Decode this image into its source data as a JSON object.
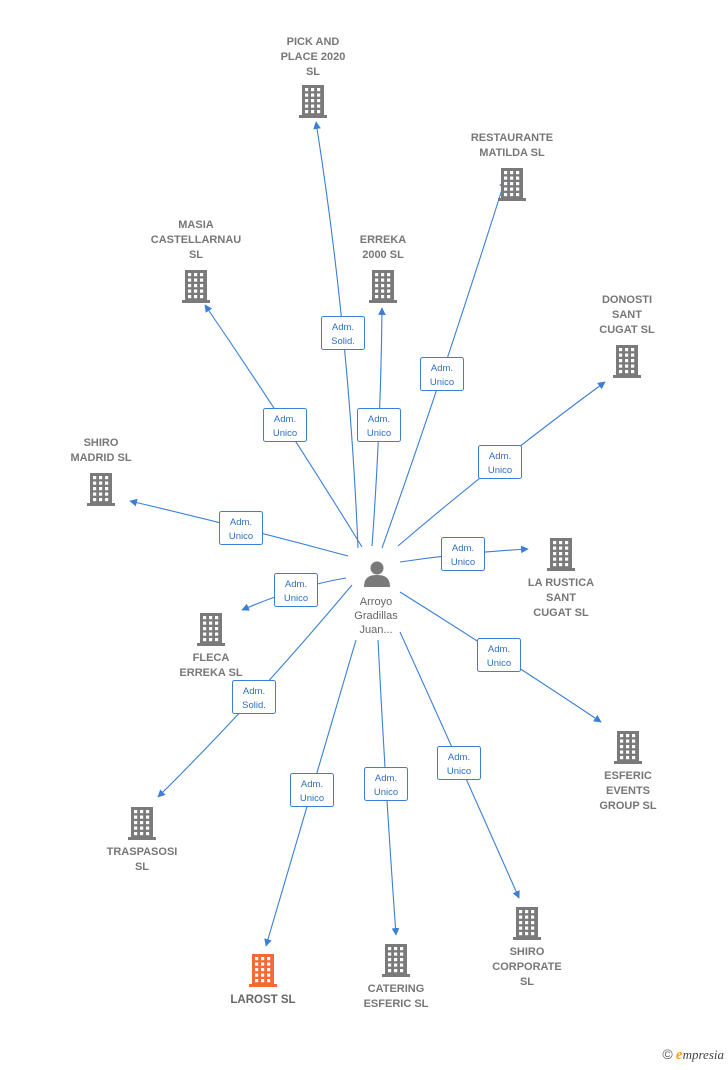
{
  "center": {
    "name_lines": [
      "Arroyo",
      "Gradillas",
      "Juan..."
    ]
  },
  "companies": [
    {
      "id": "pick",
      "label_lines": [
        "PICK AND",
        "PLACE 2020",
        "SL"
      ],
      "role_lines": [
        "Adm.",
        "Solid."
      ],
      "highlight": false
    },
    {
      "id": "restaurante",
      "label_lines": [
        "RESTAURANTE",
        "MATILDA  SL"
      ],
      "role_lines": [
        "Adm.",
        "Unico"
      ],
      "highlight": false
    },
    {
      "id": "masia",
      "label_lines": [
        "MASIA",
        "CASTELLARNAU",
        "SL"
      ],
      "role_lines": [
        "Adm.",
        "Unico"
      ],
      "highlight": false
    },
    {
      "id": "erreka2000",
      "label_lines": [
        "ERREKA",
        "2000 SL"
      ],
      "role_lines": [
        "Adm.",
        "Unico"
      ],
      "highlight": false
    },
    {
      "id": "donosti",
      "label_lines": [
        "DONOSTI",
        "SANT",
        "CUGAT SL"
      ],
      "role_lines": [
        "Adm.",
        "Unico"
      ],
      "highlight": false
    },
    {
      "id": "shiromadrid",
      "label_lines": [
        "SHIRO",
        "MADRID  SL"
      ],
      "role_lines": [
        "Adm.",
        "Unico"
      ],
      "highlight": false
    },
    {
      "id": "rustica",
      "label_lines": [
        "LA RUSTICA",
        "SANT",
        "CUGAT  SL"
      ],
      "role_lines": [
        "Adm.",
        "Unico"
      ],
      "highlight": false
    },
    {
      "id": "fleca",
      "label_lines": [
        "FLECA",
        "ERREKA  SL"
      ],
      "role_lines": [
        "Adm.",
        "Unico"
      ],
      "highlight": false
    },
    {
      "id": "esferic",
      "label_lines": [
        "ESFERIC",
        "EVENTS",
        "GROUP  SL"
      ],
      "role_lines": [
        "Adm.",
        "Unico"
      ],
      "highlight": false
    },
    {
      "id": "traspasosi",
      "label_lines": [
        "TRASPASOSI",
        "SL"
      ],
      "role_lines": [
        "Adm.",
        "Solid."
      ],
      "highlight": false
    },
    {
      "id": "larost",
      "label_lines": [
        "LAROST  SL"
      ],
      "role_lines": [
        "Adm.",
        "Unico"
      ],
      "highlight": true
    },
    {
      "id": "catering",
      "label_lines": [
        "CATERING",
        "ESFERIC  SL"
      ],
      "role_lines": [
        "Adm.",
        "Unico"
      ],
      "highlight": false
    },
    {
      "id": "shirocorp",
      "label_lines": [
        "SHIRO",
        "CORPORATE",
        "SL"
      ],
      "role_lines": [
        "Adm.",
        "Unico"
      ],
      "highlight": false
    }
  ],
  "colors": {
    "edge": "#3a7fd5",
    "building": "#7a7a7a",
    "building_highlight": "#f26a35",
    "person": "#7a7a7a"
  },
  "footer": {
    "copyright": "©",
    "brand_first": "e",
    "brand_rest": "mpresia"
  }
}
